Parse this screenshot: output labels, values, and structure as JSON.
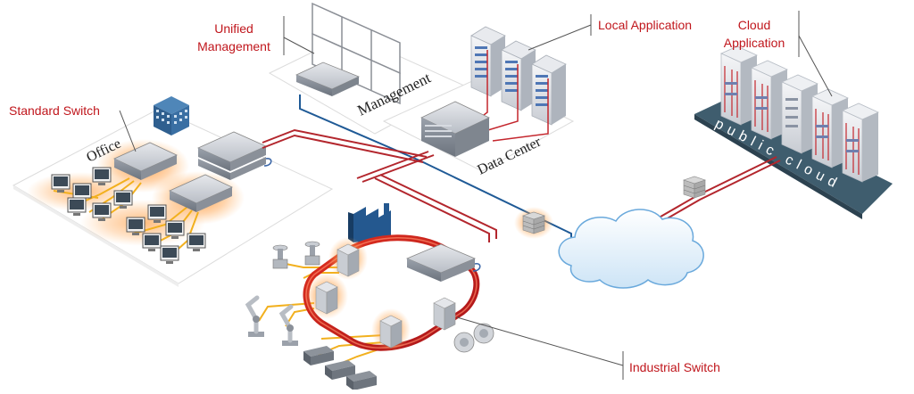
{
  "callouts": {
    "unified_management": [
      "Unified",
      "Management"
    ],
    "local_application": "Local Application",
    "cloud_application": [
      "Cloud",
      "Application"
    ],
    "standard_switch": "Standard Switch",
    "industrial_switch": "Industrial Switch"
  },
  "zones": {
    "office": "Office",
    "management": "Management",
    "data_center": "Data Center",
    "public_cloud": "public cloud"
  },
  "colors": {
    "callout_text": "#c0161c",
    "wan_link": "#b3262d",
    "management_link": "#1f5a96",
    "edge_link": "#f2b01e",
    "industrial_ring": "#d7261e",
    "highlight_glow": "#ff8a1e",
    "public_cloud_band": "#3f5d6e"
  },
  "icons": [
    "office-building-icon",
    "factory-icon",
    "firewall-icon",
    "internet-cloud-icon",
    "video-wall-icon",
    "camera-icon",
    "robot-arm-icon",
    "valve-icon",
    "motor-icon",
    "server-rack-icon",
    "pc-icon"
  ]
}
